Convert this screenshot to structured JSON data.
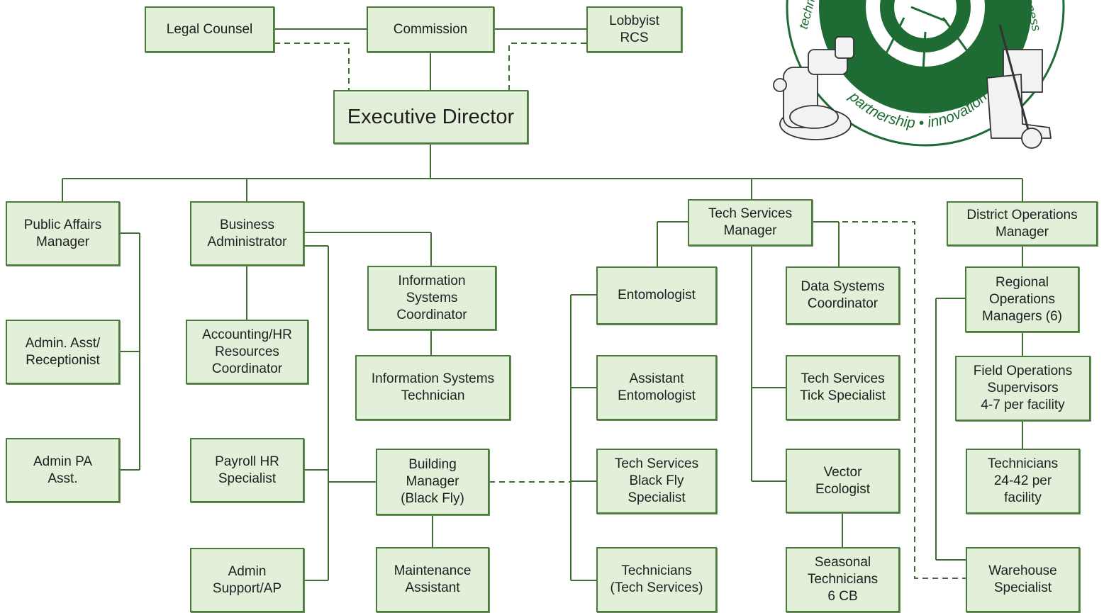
{
  "colors": {
    "box_fill": "#e2efd9",
    "box_border": "#4a7a3c",
    "line": "#3f6d33",
    "logo_green": "#1e6b34"
  },
  "chart": {
    "top": {
      "legal_counsel": [
        "Legal Counsel"
      ],
      "commission": [
        "Commission"
      ],
      "lobbyist": [
        "Lobbyist",
        "RCS"
      ],
      "executive_director": [
        "Executive Director"
      ]
    },
    "public_affairs": {
      "manager": [
        "Public Affairs",
        "Manager"
      ],
      "receptionist": [
        "Admin. Asst/",
        "Receptionist"
      ],
      "admin_pa": [
        "Admin PA",
        "Asst."
      ]
    },
    "business": {
      "administrator": [
        "Business",
        "Administrator"
      ],
      "accounting_hr": [
        "Accounting/HR",
        "Resources",
        "Coordinator"
      ],
      "payroll_hr": [
        "Payroll HR",
        "Specialist"
      ],
      "admin_support": [
        "Admin",
        "Support/AP"
      ],
      "is_coordinator": [
        "Information",
        "Systems",
        "Coordinator"
      ],
      "is_technician": [
        "Information Systems",
        "Technician"
      ],
      "building_manager": [
        "Building",
        "Manager",
        "(Black Fly)"
      ],
      "maintenance": [
        "Maintenance",
        "Assistant"
      ]
    },
    "tech_services": {
      "manager": [
        "Tech Services",
        "Manager"
      ],
      "entomologist": [
        "Entomologist"
      ],
      "asst_entomologist": [
        "Assistant",
        "Entomologist"
      ],
      "black_fly": [
        "Tech Services",
        "Black Fly",
        "Specialist"
      ],
      "technicians": [
        "Technicians",
        "(Tech Services)"
      ],
      "data_systems": [
        "Data Systems",
        "Coordinator"
      ],
      "tick_specialist": [
        "Tech Services",
        "Tick Specialist"
      ],
      "vector_ecologist": [
        "Vector",
        "Ecologist"
      ],
      "seasonal": [
        "Seasonal",
        "Technicians",
        "6 CB"
      ]
    },
    "district_ops": {
      "manager": [
        "District Operations",
        "Manager"
      ],
      "regional": [
        "Regional",
        "Operations",
        "Managers (6)"
      ],
      "field_supervisors": [
        "Field Operations",
        "Supervisors",
        "4-7 per facility"
      ],
      "technicians": [
        "Technicians",
        "24-42 per",
        "facility"
      ],
      "warehouse": [
        "Warehouse",
        "Specialist"
      ]
    }
  },
  "logo": {
    "arc_left": "techn",
    "arc_right": "veness",
    "bottom_text": "partnership • innovation",
    "icons": [
      "microscope-icon",
      "mosquito-icon",
      "boot-icon"
    ]
  }
}
